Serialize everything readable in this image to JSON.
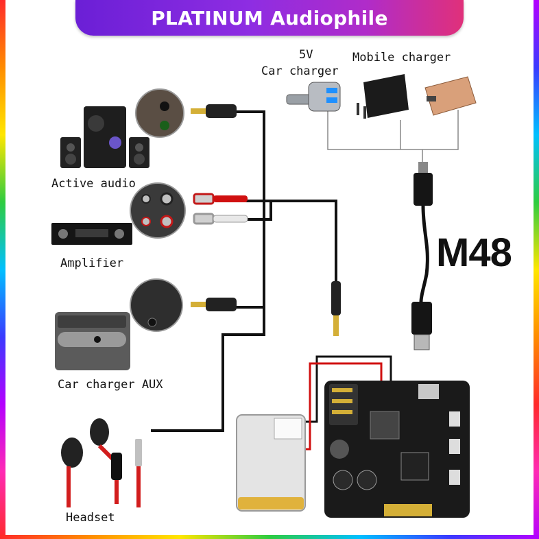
{
  "banner": {
    "title": "PLATINUM Audiophile"
  },
  "model": "M48",
  "labels": {
    "car_charger_5v_line1": "5V",
    "car_charger_5v_line2": "Car charger",
    "mobile_charger": "Mobile charger",
    "active_audio": "Active audio",
    "amplifier": "Amplifier",
    "car_charger_aux": "Car charger AUX",
    "headset": "Headset"
  },
  "icons": [
    "speaker-set-icon",
    "stereo-jack-closeup-icon",
    "rca-jack-closeup-icon",
    "amplifier-icon",
    "car-aux-panel-icon",
    "aux-closeup-icon",
    "headset-icon",
    "car-charger-icon",
    "wall-charger-icon",
    "power-bank-icon",
    "micro-usb-cable-icon",
    "lithium-battery-icon",
    "bluetooth-board-icon"
  ],
  "colors": {
    "banner_start": "#6b1fd6",
    "banner_end": "#e0307a",
    "board": "#1a1a1a",
    "wire_red": "#d01010",
    "wire_black": "#111111"
  }
}
